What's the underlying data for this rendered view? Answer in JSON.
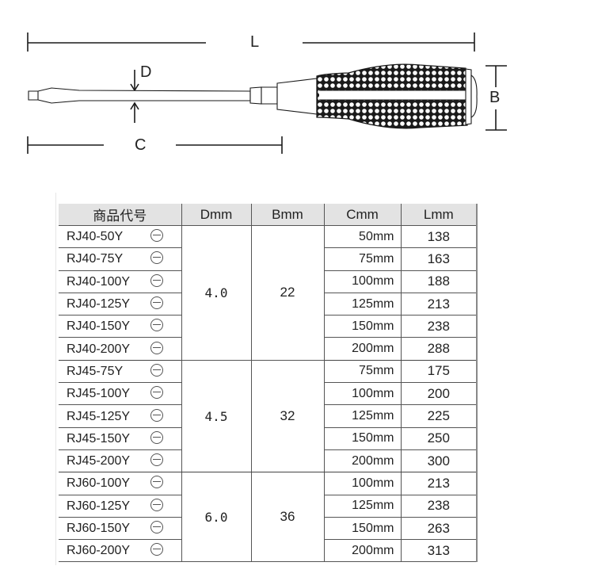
{
  "diagram": {
    "dimension_labels": {
      "L": "L",
      "D": "D",
      "C": "C",
      "B": "B"
    }
  },
  "table": {
    "headers": [
      "商品代号",
      "Dmm",
      "Bmm",
      "Cmm",
      "Lmm"
    ],
    "tip_symbol": "slotted-tip-icon",
    "groups": [
      {
        "D": "4.0",
        "B": "22",
        "rows": [
          {
            "model": "RJ40-50Y",
            "C": "50mm",
            "L": "138"
          },
          {
            "model": "RJ40-75Y",
            "C": "75mm",
            "L": "163"
          },
          {
            "model": "RJ40-100Y",
            "C": "100mm",
            "L": "188"
          },
          {
            "model": "RJ40-125Y",
            "C": "125mm",
            "L": "213"
          },
          {
            "model": "RJ40-150Y",
            "C": "150mm",
            "L": "238"
          },
          {
            "model": "RJ40-200Y",
            "C": "200mm",
            "L": "288"
          }
        ]
      },
      {
        "D": "4.5",
        "B": "32",
        "rows": [
          {
            "model": "RJ45-75Y",
            "C": "75mm",
            "L": "175"
          },
          {
            "model": "RJ45-100Y",
            "C": "100mm",
            "L": "200"
          },
          {
            "model": "RJ45-125Y",
            "C": "125mm",
            "L": "225"
          },
          {
            "model": "RJ45-150Y",
            "C": "150mm",
            "L": "250"
          },
          {
            "model": "RJ45-200Y",
            "C": "200mm",
            "L": "300"
          }
        ]
      },
      {
        "D": "6.0",
        "B": "36",
        "rows": [
          {
            "model": "RJ60-100Y",
            "C": "100mm",
            "L": "213"
          },
          {
            "model": "RJ60-125Y",
            "C": "125mm",
            "L": "238"
          },
          {
            "model": "RJ60-150Y",
            "C": "150mm",
            "L": "263"
          },
          {
            "model": "RJ60-200Y",
            "C": "200mm",
            "L": "313"
          }
        ]
      }
    ]
  }
}
